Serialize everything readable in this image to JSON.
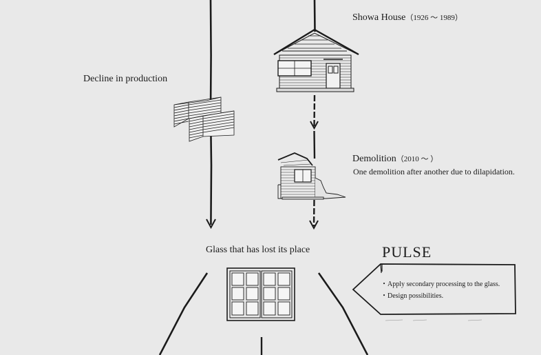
{
  "showa_house": {
    "title": "Showa House",
    "years": "（1926 ～ 1989）"
  },
  "decline": {
    "label": "Decline in production"
  },
  "demolition": {
    "title": "Demolition",
    "years": "（2010 ～ ）",
    "description": "One demolition after another due to dilapidation."
  },
  "glass": {
    "title": "Glass that has lost its place"
  },
  "pulse": {
    "title": "PULSE",
    "points": [
      "Apply secondary processing to the glass.",
      "Design possibilities."
    ]
  },
  "colors": {
    "background": "#e9e9e9",
    "ink": "#1b1b1b"
  }
}
